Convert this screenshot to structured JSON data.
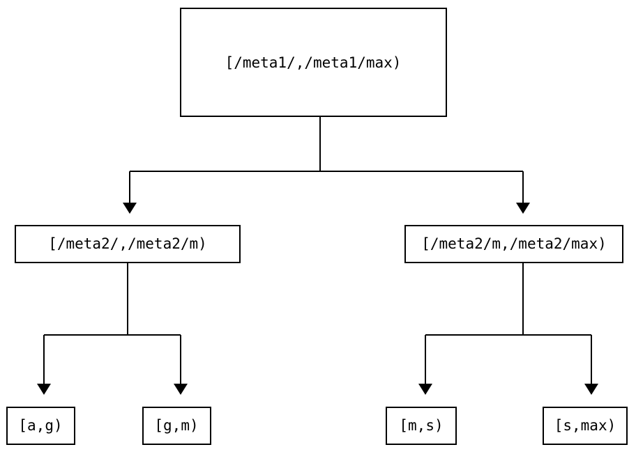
{
  "diagram": {
    "type": "tree",
    "title": "",
    "background_color": "#ffffff",
    "line_color": "#000000",
    "text_color": "#000000",
    "levels": 3,
    "nodes": {
      "root": {
        "label": "[/meta1/,/meta1/max)",
        "level": 0
      },
      "mid_left": {
        "label": "[/meta2/,/meta2/m)",
        "level": 1
      },
      "mid_right": {
        "label": "[/meta2/m,/meta2/max)",
        "level": 1
      },
      "leaf_1": {
        "label": "[a,g)",
        "level": 2
      },
      "leaf_2": {
        "label": "[g,m)",
        "level": 2
      },
      "leaf_3": {
        "label": "[m,s)",
        "level": 2
      },
      "leaf_4": {
        "label": "[s,max)",
        "level": 2
      }
    },
    "edges": [
      {
        "from": "root",
        "to": "mid_left",
        "arrow": true
      },
      {
        "from": "root",
        "to": "mid_right",
        "arrow": true
      },
      {
        "from": "mid_left",
        "to": "leaf_1",
        "arrow": true
      },
      {
        "from": "mid_left",
        "to": "leaf_2",
        "arrow": true
      },
      {
        "from": "mid_right",
        "to": "leaf_3",
        "arrow": true
      },
      {
        "from": "mid_right",
        "to": "leaf_4",
        "arrow": true
      }
    ]
  }
}
